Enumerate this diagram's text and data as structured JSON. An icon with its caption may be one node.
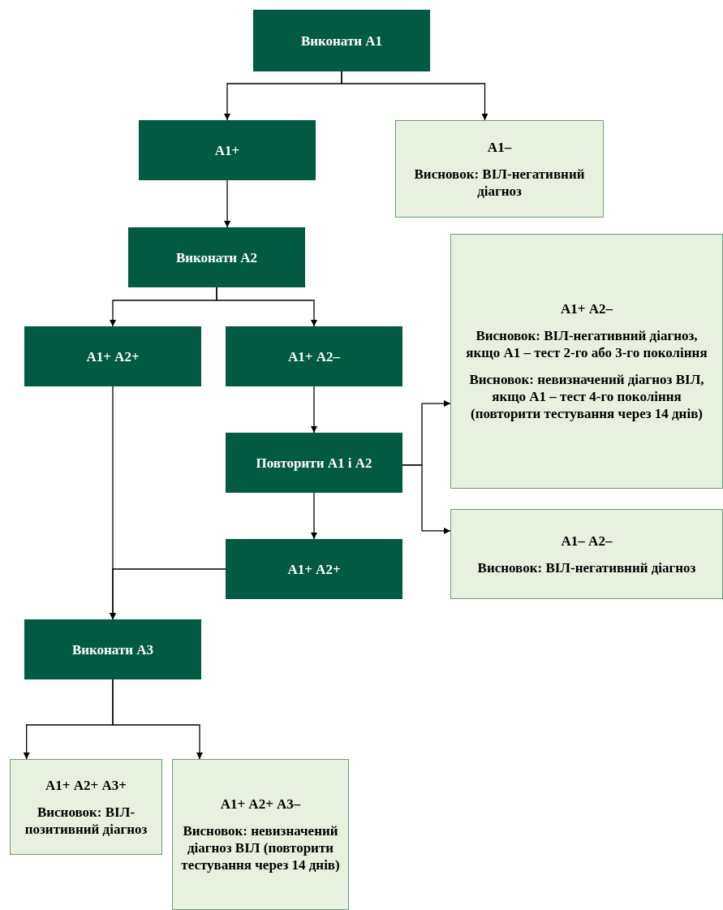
{
  "diagram": {
    "nodes": [
      {
        "text": [
          "Виконати А1"
        ]
      },
      {
        "text": [
          "А1+"
        ]
      },
      {
        "text": [
          "А1–",
          "Висновок: ВІЛ-негативний діагноз"
        ]
      },
      {
        "text": [
          "Виконати А2"
        ]
      },
      {
        "text": [
          "А1+ А2+"
        ]
      },
      {
        "text": [
          "А1+ А2–"
        ]
      },
      {
        "text": [
          "Повторити А1 і А2"
        ]
      },
      {
        "text": [
          "А1+ А2–",
          "Висновок: ВІЛ-негативний діагноз, якщо А1 – тест 2-го або 3-го покоління",
          "Висновок: невизначений діагноз ВІЛ, якщо А1 – тест 4-го покоління (повторити тестування через 14 днів)"
        ]
      },
      {
        "text": [
          "А1+ А2+"
        ]
      },
      {
        "text": [
          "А1– А2–",
          "Висновок: ВІЛ-негативний діагноз"
        ]
      },
      {
        "text": [
          "Виконати А3"
        ]
      },
      {
        "text": [
          "А1+ А2+ А3+",
          "Висновок: ВІЛ-позитивний діагноз"
        ]
      },
      {
        "text": [
          "А1+ А2+ А3–",
          "Висновок: невизначений діагноз ВІЛ (повторити тестування через 14 днів)"
        ]
      }
    ],
    "edges": [
      {
        "from": 0,
        "to": 1,
        "arrow": "to"
      },
      {
        "from": 0,
        "to": 2,
        "arrow": "to"
      },
      {
        "from": 1,
        "to": 3,
        "arrow": "to"
      },
      {
        "from": 3,
        "to": 4,
        "arrow": "to"
      },
      {
        "from": 3,
        "to": 5,
        "arrow": "to"
      },
      {
        "from": 5,
        "to": 6,
        "arrow": "to"
      },
      {
        "from": 6,
        "to": 7,
        "arrow": "to"
      },
      {
        "from": 6,
        "to": 9,
        "arrow": "to"
      },
      {
        "from": 6,
        "to": 8,
        "arrow": "to"
      },
      {
        "from": 8,
        "to": 10,
        "arrow": "to"
      },
      {
        "from": 4,
        "to": 10,
        "arrow": "to"
      },
      {
        "from": 10,
        "to": 11,
        "arrow": "to"
      },
      {
        "from": 10,
        "to": 12,
        "arrow": "to"
      }
    ]
  }
}
